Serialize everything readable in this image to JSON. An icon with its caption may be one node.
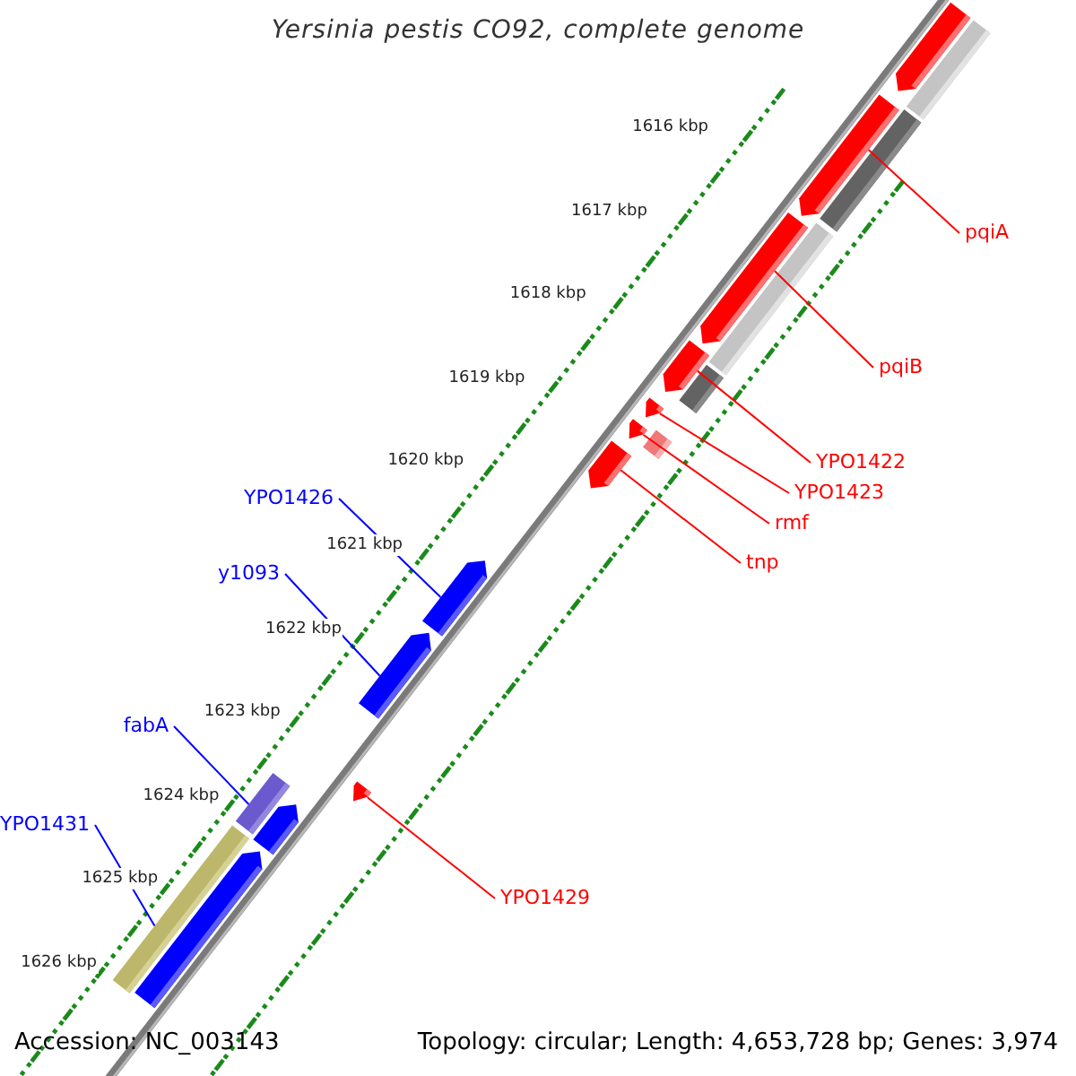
{
  "diagram": {
    "title": "Yersinia pestis CO92, complete genome",
    "nodes": [
      {
        "text": [
          "pqiA"
        ]
      },
      {
        "text": [
          "pqiB"
        ]
      },
      {
        "text": [
          "YPO1422"
        ]
      },
      {
        "text": [
          "YPO1423"
        ]
      },
      {
        "text": [
          "rmf"
        ]
      },
      {
        "text": [
          "YPO1426"
        ]
      },
      {
        "text": [
          "tnp"
        ]
      },
      {
        "text": [
          "y1093"
        ]
      },
      {
        "text": [
          "fabA"
        ]
      },
      {
        "text": [
          "YPO1431"
        ]
      },
      {
        "text": [
          "YPO1429"
        ]
      },
      {
        "text": [],
        "shape": "arrow"
      },
      {
        "text": [],
        "shape": "arrow"
      },
      {
        "text": [],
        "shape": "arrow"
      },
      {
        "text": [],
        "shape": "arrow"
      },
      {
        "text": [],
        "shape": "arrow"
      },
      {
        "text": [],
        "shape": "arrow"
      },
      {
        "text": [],
        "shape": "bar"
      },
      {
        "text": [],
        "shape": "arrow"
      },
      {
        "text": [],
        "shape": "arrow"
      },
      {
        "text": [],
        "shape": "bar"
      },
      {
        "text": [],
        "shape": "bar"
      },
      {
        "text": [],
        "shape": "bar"
      },
      {
        "text": [],
        "shape": "bar"
      },
      {
        "text": [],
        "shape": "arrow"
      },
      {
        "text": [],
        "shape": "arrow"
      },
      {
        "text": [],
        "shape": "arrow"
      },
      {
        "text": [],
        "shape": "arrow"
      },
      {
        "text": [],
        "shape": "bar"
      },
      {
        "text": [],
        "shape": "bar"
      }
    ],
    "edges": [
      {
        "from": 0,
        "to": 12,
        "arrow": "none"
      },
      {
        "from": 1,
        "to": 13,
        "arrow": "none"
      },
      {
        "from": 2,
        "to": 14,
        "arrow": "none"
      },
      {
        "from": 3,
        "to": 15,
        "arrow": "none"
      },
      {
        "from": 4,
        "to": 16,
        "arrow": "none"
      },
      {
        "from": 5,
        "to": 24,
        "arrow": "none",
        "color": "#0000ff"
      },
      {
        "from": 6,
        "to": 18,
        "arrow": "none"
      },
      {
        "from": 7,
        "to": 25,
        "arrow": "none",
        "color": "#0000ff"
      },
      {
        "from": 8,
        "to": 28,
        "arrow": "none",
        "color": "#0000ff"
      },
      {
        "from": 9,
        "to": 29,
        "arrow": "none",
        "color": "#0000ff"
      },
      {
        "from": 10,
        "to": 19,
        "arrow": "none"
      }
    ],
    "labels": [
      "1616 kbp",
      "1617 kbp",
      "1618 kbp",
      "1619 kbp",
      "1620 kbp",
      "1621 kbp",
      "1622 kbp",
      "1623 kbp",
      "1624 kbp",
      "1625 kbp",
      "1626 kbp",
      "Accession: NC_003143",
      "Topology: circular; Length: 4,653,728 bp; Genes: 3,974"
    ]
  }
}
